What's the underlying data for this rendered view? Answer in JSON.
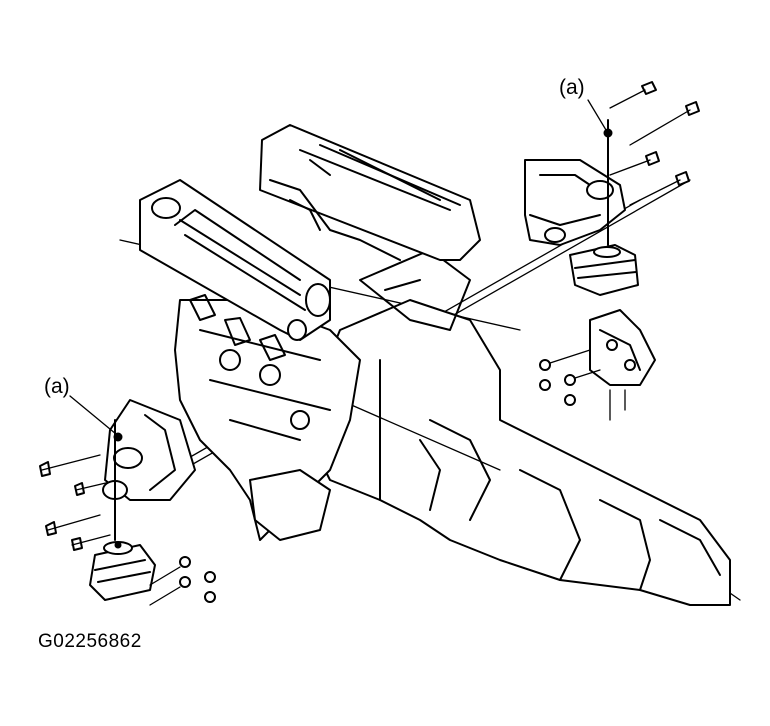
{
  "labels": {
    "callout_right": "(a)",
    "callout_left": "(a)"
  },
  "figure_id": "G02256862",
  "colors": {
    "line": "#000000",
    "background": "#ffffff"
  }
}
